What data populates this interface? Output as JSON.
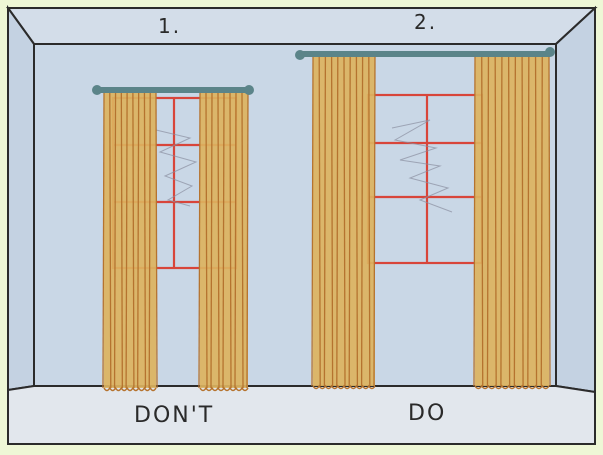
{
  "panels": [
    {
      "number": "1.",
      "caption": "DON'T"
    },
    {
      "number": "2.",
      "caption": "DO"
    }
  ],
  "colors": {
    "frame_bg": "#eef7d6",
    "wall": "#c9d7e6",
    "floor": "#e2e7ed",
    "outline": "#2b2b2b",
    "curtain": "#dcb360",
    "curtain_fold": "#b5732f",
    "window_frame": "#d8453a",
    "rod": "#5b8489"
  },
  "icons": [
    "curtain-rod-icon",
    "window-icon",
    "curtain-panel-icon"
  ]
}
